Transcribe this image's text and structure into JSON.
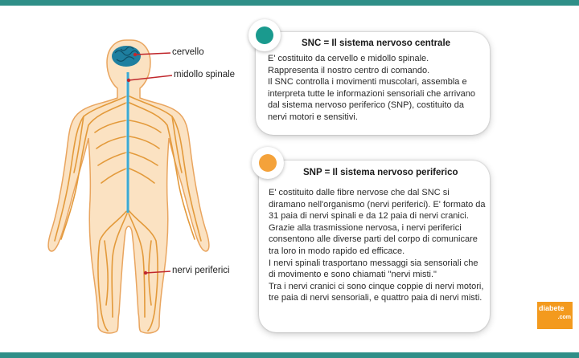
{
  "colors": {
    "band": "#2f8f88",
    "snc_dot": "#1a9a8e",
    "snp_dot": "#f4a23a",
    "skin": "#fbe2c2",
    "skin_outline": "#e9a55f",
    "nerve": "#e39a3b",
    "spine": "#3aaad4",
    "brain": "#1e7fa0",
    "pointer": "#c0282d"
  },
  "labels": {
    "brain": "cervello",
    "spinal_cord": "midollo spinale",
    "peripheral": "nervi periferici"
  },
  "snc": {
    "title": "SNC = Il sistema nervoso centrale",
    "paragraphs": [
      "E' costituito da cervello e midollo spinale. Rappresenta il nostro centro di comando.",
      "Il SNC controlla i movimenti muscolari, assembla e interpreta tutte le informazioni sensoriali che arrivano dal sistema nervoso periferico (SNP), costituito da nervi motori e sensitivi."
    ]
  },
  "snp": {
    "title": "SNP = Il sistema nervoso periferico",
    "paragraphs": [
      "E' costituito dalle fibre nervose che dal SNC si diramano nell'organismo (nervi periferici). E' formato da 31 paia di nervi spinali e da 12 paia di nervi cranici.",
      "Grazie alla trasmissione nervosa, i nervi periferici consentono alle diverse parti del corpo di comunicare tra loro in modo rapido ed efficace.",
      "I nervi spinali trasportano messaggi sia sensoriali che di movimento e sono chiamati \"nervi misti.\"",
      "Tra i nervi cranici ci sono cinque coppie di nervi motori, tre paia di nervi sensoriali, e quattro paia di nervi misti."
    ]
  },
  "logo": {
    "line1": "diabete",
    "line2": ".com"
  }
}
